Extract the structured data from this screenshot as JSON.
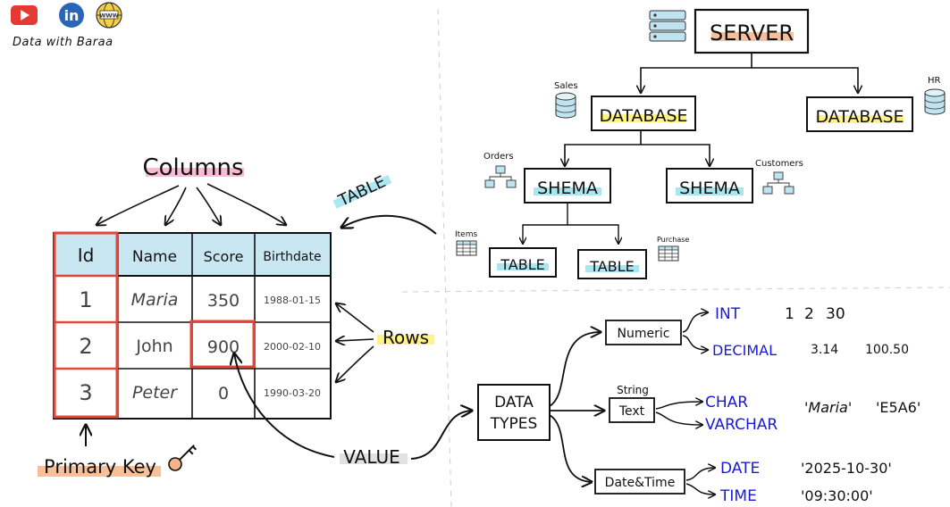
{
  "brand": {
    "name": "Data with Baraa",
    "icons": [
      "youtube-icon",
      "linkedin-icon",
      "website-icon"
    ],
    "website_label": "WWW"
  },
  "colors": {
    "ink": "#111111",
    "red": "#e0473b",
    "blue_text": "#1a1ad6",
    "pink_highlight": "#f6a9c9",
    "yellow_highlight": "#fff27a",
    "cyan_highlight": "#9fe3ef",
    "orange_highlight": "#f7b48a",
    "table_header_fill": "#bfe3f0"
  },
  "table_section": {
    "columns_label": "Columns",
    "rows_label": "Rows",
    "table_label": "TABLE",
    "value_label": "VALUE",
    "primary_key_label": "Primary Key",
    "headers": [
      "Id",
      "Name",
      "Score",
      "Birthdate"
    ],
    "rows": [
      [
        "1",
        "Maria",
        "350",
        "1988-01-15"
      ],
      [
        "2",
        "John",
        "900",
        "2000-02-10"
      ],
      [
        "3",
        "Peter",
        "0",
        "1990-03-20"
      ]
    ]
  },
  "hierarchy": {
    "server": "SERVER",
    "databases": [
      {
        "label": "DATABASE",
        "tag": "Sales"
      },
      {
        "label": "DATABASE",
        "tag": "HR"
      }
    ],
    "schemas": [
      {
        "label": "SHEMA",
        "tag": "Orders"
      },
      {
        "label": "SHEMA",
        "tag": "Customers"
      }
    ],
    "tables": [
      {
        "label": "TABLE",
        "tag": "Items"
      },
      {
        "label": "TABLE",
        "tag": "Purchase"
      }
    ]
  },
  "data_types": {
    "root": "DATA TYPES",
    "root_line1": "DATA",
    "root_line2": "TYPES",
    "groups": [
      {
        "label": "Numeric",
        "note": "",
        "types": [
          {
            "name": "INT",
            "examples": [
              "1",
              "2",
              "30"
            ]
          },
          {
            "name": "DECIMAL",
            "examples": [
              "3.14",
              "100.50"
            ]
          }
        ]
      },
      {
        "label": "Text",
        "note": "String",
        "types": [
          {
            "name": "CHAR",
            "examples": [
              "'Maria'",
              "'E5A6'"
            ]
          },
          {
            "name": "VARCHAR",
            "examples": []
          }
        ]
      },
      {
        "label": "Date&Time",
        "note": "",
        "types": [
          {
            "name": "DATE",
            "examples": [
              "'2025-10-30'"
            ]
          },
          {
            "name": "TIME",
            "examples": [
              "'09:30:00'"
            ]
          }
        ]
      }
    ]
  }
}
